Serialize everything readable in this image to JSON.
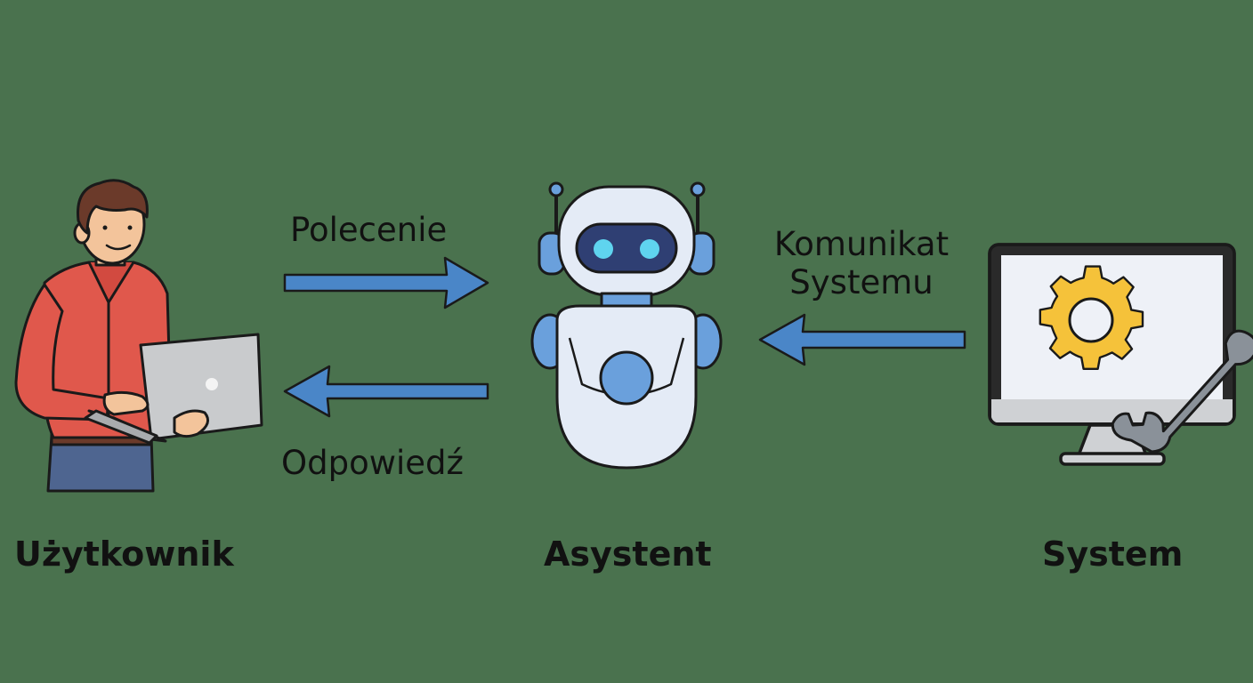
{
  "nodes": {
    "user": {
      "label": "Użytkownik",
      "icon": "person-with-laptop-icon"
    },
    "assistant": {
      "label": "Asystent",
      "icon": "robot-icon"
    },
    "system": {
      "label": "System",
      "icon": "monitor-gear-wrench-icon"
    }
  },
  "edges": {
    "command": {
      "label": "Polecenie",
      "from": "user",
      "to": "assistant"
    },
    "response": {
      "label": "Odpowiedź",
      "from": "assistant",
      "to": "user"
    },
    "system_message": {
      "line1": "Komunikat",
      "line2": "Systemu",
      "from": "system",
      "to": "assistant"
    }
  },
  "colors": {
    "background": "#4a724e",
    "arrow": "#4a86c8",
    "gear": "#f5c23a",
    "shirt": "#e0584c",
    "robot_body": "#e4ebf6",
    "robot_accent": "#6aa0dc"
  }
}
